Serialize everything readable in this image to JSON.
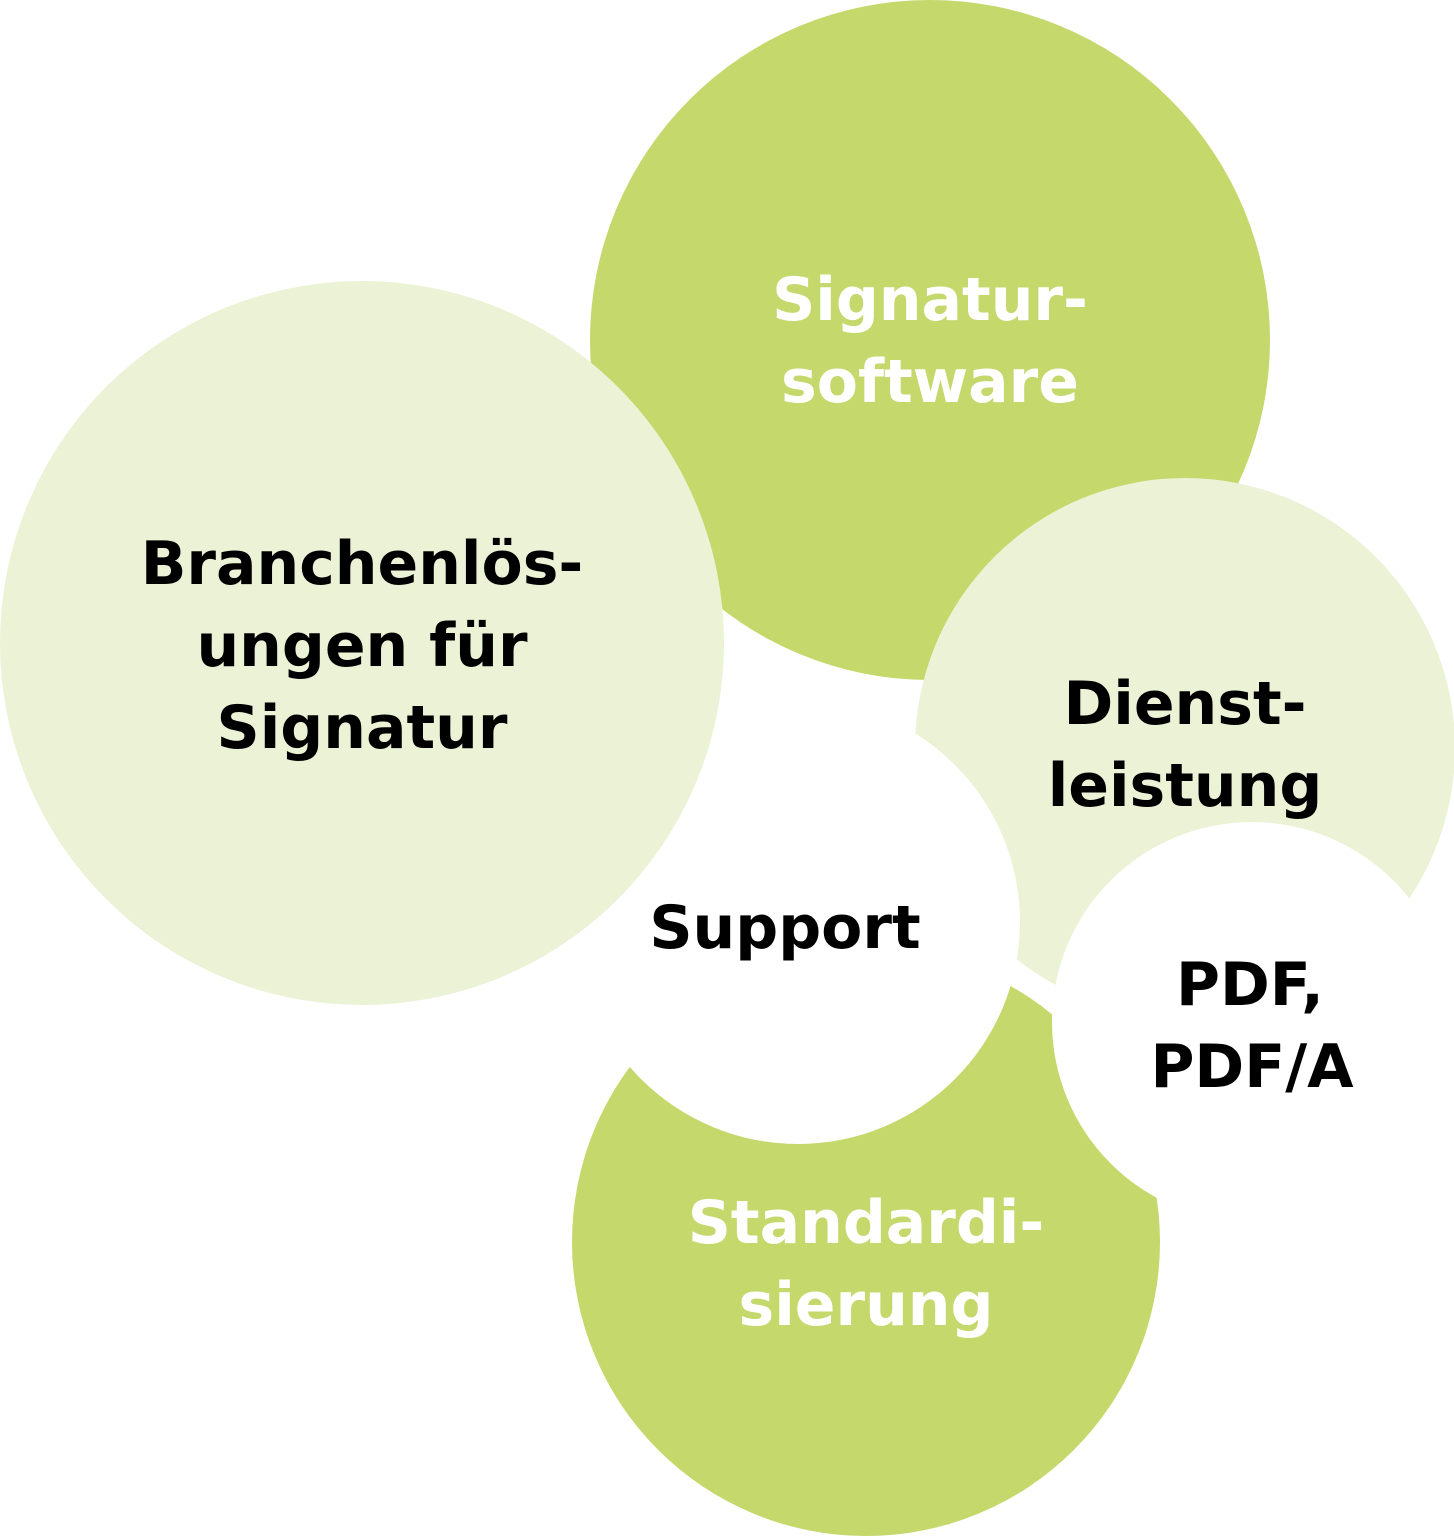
{
  "colors": {
    "dark_green": "#c4d86c",
    "light_green": "#ecf2d6",
    "background": "#ffffff"
  },
  "bubbles": {
    "signatur": {
      "lines": [
        "Signatur-",
        "software"
      ]
    },
    "dienst": {
      "lines": [
        "Dienst-",
        "leistung"
      ]
    },
    "standard": {
      "lines": [
        "Standardi-",
        "sierung"
      ]
    },
    "support": {
      "lines": [
        "Support"
      ]
    },
    "pdf": {
      "lines": [
        "PDF,",
        "PDF/A"
      ]
    },
    "branchen": {
      "lines": [
        "Branchenlös-",
        "ungen für",
        "Signatur"
      ]
    }
  }
}
